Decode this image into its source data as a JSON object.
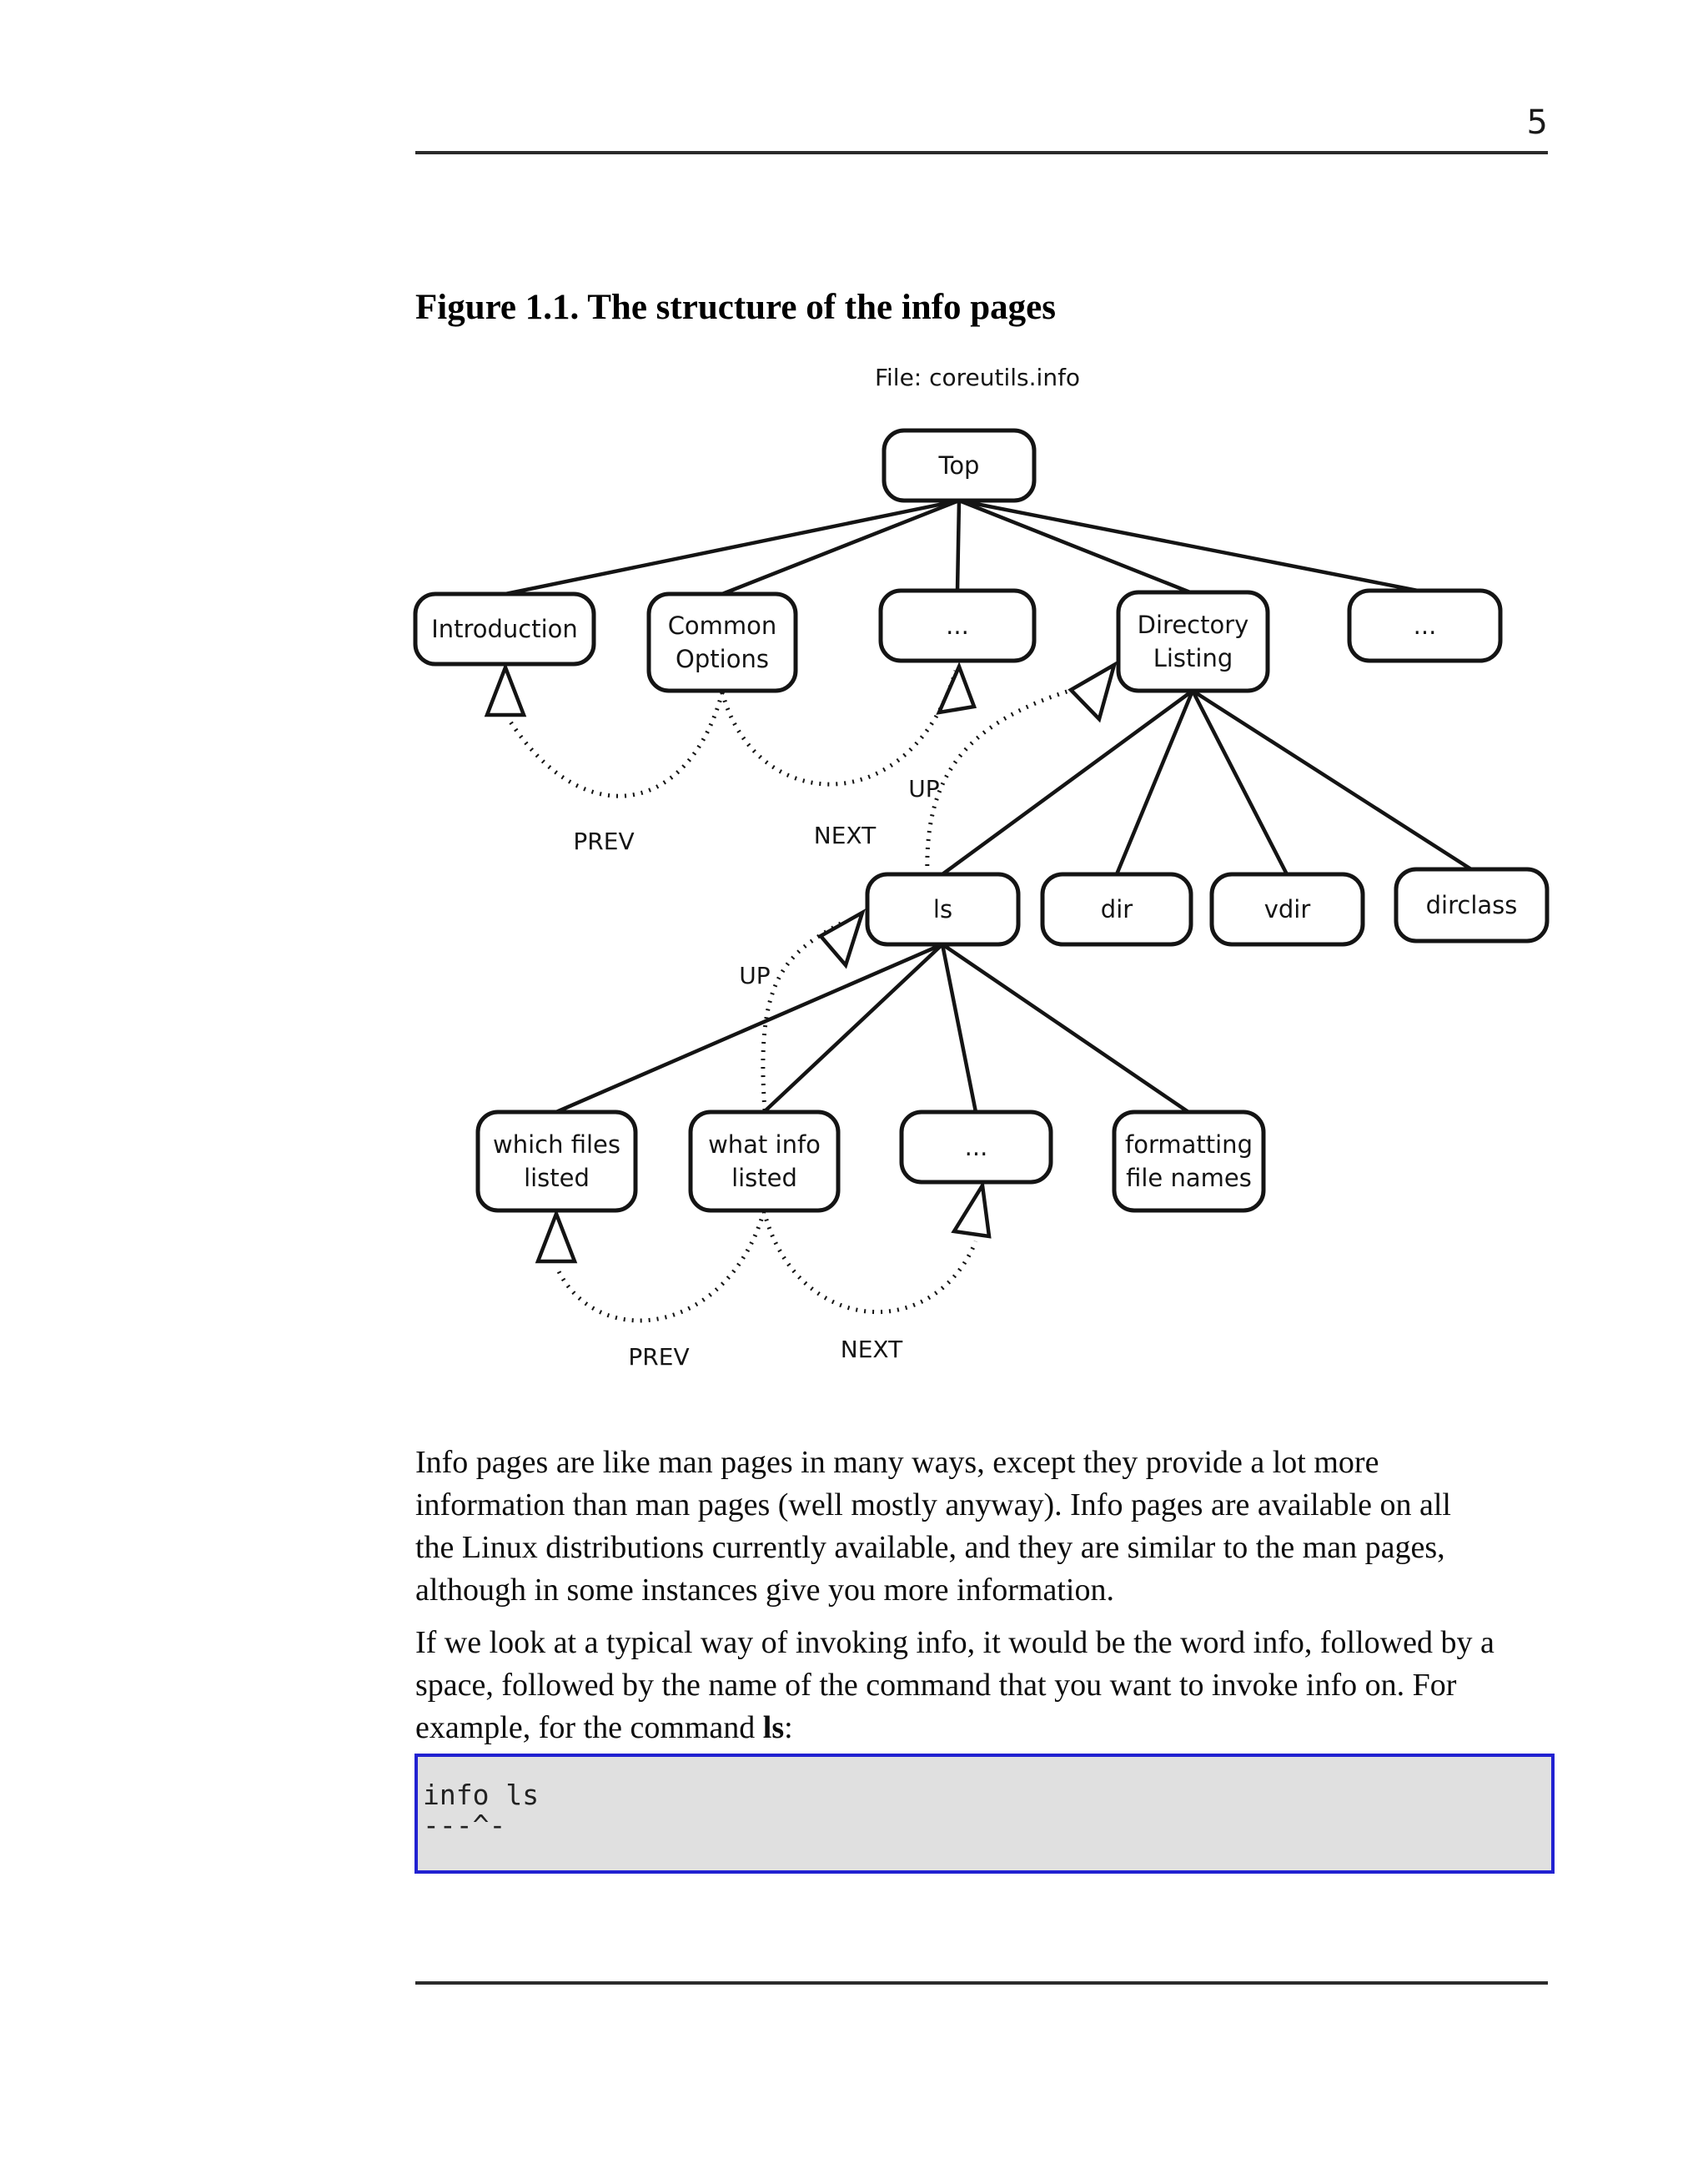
{
  "page": {
    "number": "5"
  },
  "figure": {
    "title": "Figure 1.1. The structure of the info pages"
  },
  "diagram": {
    "file_label": "File: coreutils.info",
    "edge_labels": {
      "prev_top": "PREV",
      "next_top": "NEXT",
      "up_top": "UP",
      "up_mid": "UP",
      "prev_bottom": "PREV",
      "next_bottom": "NEXT"
    },
    "nodes": [
      {
        "id": "top",
        "label": "Top"
      },
      {
        "id": "introduction",
        "label": "Introduction"
      },
      {
        "id": "common-options",
        "label": "Common\nOptions"
      },
      {
        "id": "ellipsis-1",
        "label": "..."
      },
      {
        "id": "directory-listing",
        "label": "Directory\nListing"
      },
      {
        "id": "ellipsis-2",
        "label": "..."
      },
      {
        "id": "ls",
        "label": "ls"
      },
      {
        "id": "dir",
        "label": "dir"
      },
      {
        "id": "vdir",
        "label": "vdir"
      },
      {
        "id": "dirclass",
        "label": "dirclass"
      },
      {
        "id": "which-files-listed",
        "label": "which files\nlisted"
      },
      {
        "id": "what-info-listed",
        "label": "what info\nlisted"
      },
      {
        "id": "ellipsis-3",
        "label": "..."
      },
      {
        "id": "formatting-file-names",
        "label": "formatting\nfile names"
      }
    ]
  },
  "main": {
    "para1": "Info pages are like man pages in many ways, except they provide a lot more\ninformation than man pages (well mostly anyway). Info pages are available on all\nthe Linux distributions currently available, and they are similar to the man pages,\nalthough in some instances give you more information.",
    "para2_start": "If we look at a typical way of invoking info, it would be the word info, followed by a\nspace, followed by the name of the command that you want to invoke info on. For\nexample, for the command ",
    "para2_bold": "ls",
    "para2_tail": ":"
  },
  "code_block": {
    "text": "info ls\n---^-"
  },
  "colors": {
    "code_border": "#2121d1",
    "code_bg": "#e0e0e0",
    "rule": "#2b2b2b"
  }
}
